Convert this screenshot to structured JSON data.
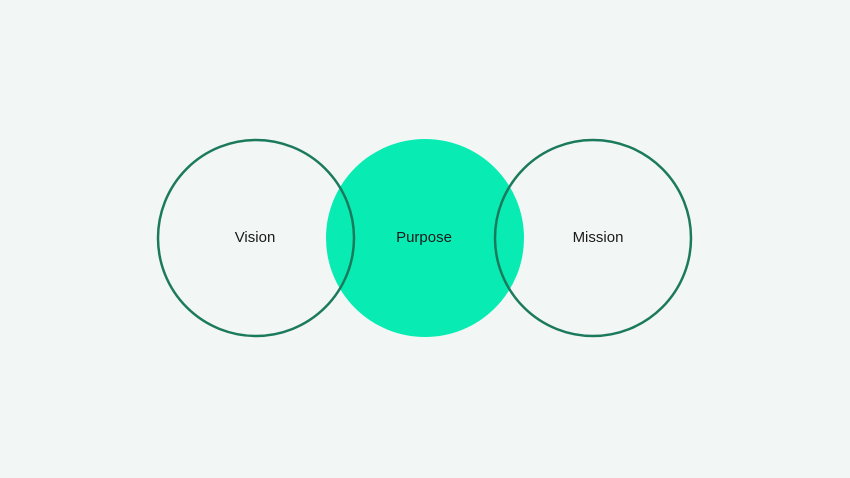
{
  "diagram": {
    "nodes": [
      {
        "id": "vision",
        "label": "Vision"
      },
      {
        "id": "purpose",
        "label": "Purpose"
      },
      {
        "id": "mission",
        "label": "Mission"
      }
    ],
    "colors": {
      "background": "#f2f6f5",
      "outline": "#1c7a5c",
      "fill": "#08ebb3"
    }
  }
}
